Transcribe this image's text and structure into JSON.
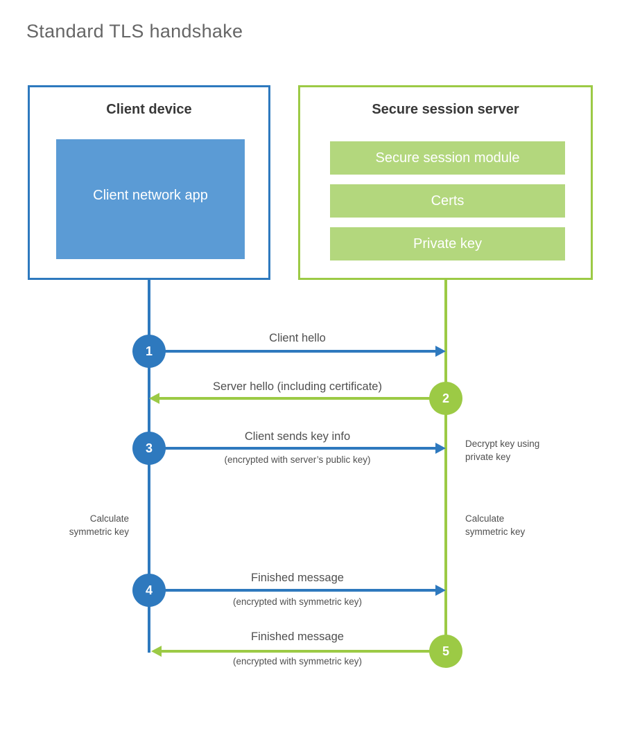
{
  "title": "Standard TLS handshake",
  "colors": {
    "blue": "#2e79be",
    "blue_fill": "#5b9bd5",
    "green": "#9cca45",
    "green_fill": "#b3d77d",
    "heading_text": "#383838",
    "label_text": "#4f4f4f",
    "title_text": "#666666"
  },
  "client": {
    "title": "Client device",
    "module": "Client network app"
  },
  "server": {
    "title": "Secure session server",
    "modules": [
      "Secure session module",
      "Certs",
      "Private key"
    ]
  },
  "steps": [
    {
      "num": "1",
      "label": "Client hello",
      "sub": "",
      "direction": "client-to-server"
    },
    {
      "num": "2",
      "label": "Server hello (including certificate)",
      "sub": "",
      "direction": "server-to-client"
    },
    {
      "num": "3",
      "label": "Client sends key info",
      "sub": "(encrypted with server’s public key)",
      "direction": "client-to-server"
    },
    {
      "num": "4",
      "label": "Finished message",
      "sub": "(encrypted with symmetric key)",
      "direction": "client-to-server"
    },
    {
      "num": "5",
      "label": "Finished message",
      "sub": "(encrypted with symmetric key)",
      "direction": "server-to-client"
    }
  ],
  "notes": {
    "decrypt": "Decrypt key using\nprivate key",
    "calculate_client": "Calculate\nsymmetric key",
    "calculate_server": "Calculate\nsymmetric key"
  }
}
